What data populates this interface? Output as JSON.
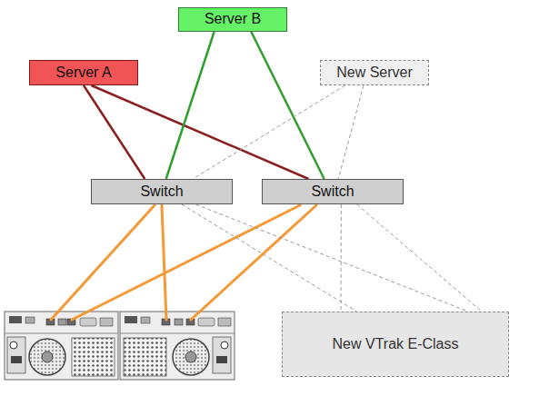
{
  "diagram": {
    "nodes": [
      {
        "text": [
          "Server B"
        ]
      },
      {
        "text": [
          "Server A"
        ]
      },
      {
        "text": [
          "New Server"
        ]
      },
      {
        "text": [
          "Switch"
        ]
      },
      {
        "text": [
          "Switch"
        ]
      },
      {
        "text": [
          "New VTrak E-Class"
        ]
      }
    ],
    "edges": [
      {
        "from": 1,
        "to": 3,
        "arrow": "none"
      },
      {
        "from": 1,
        "to": 4,
        "arrow": "none"
      },
      {
        "from": 0,
        "to": 3,
        "arrow": "none"
      },
      {
        "from": 0,
        "to": 4,
        "arrow": "none"
      },
      {
        "from": 2,
        "to": 3,
        "arrow": "none"
      },
      {
        "from": 2,
        "to": 4,
        "arrow": "none"
      },
      {
        "from": 3,
        "to": 5,
        "arrow": "none"
      },
      {
        "from": 3,
        "to": 5,
        "arrow": "none"
      },
      {
        "from": 4,
        "to": 5,
        "arrow": "none"
      },
      {
        "from": 4,
        "to": 5,
        "arrow": "none"
      }
    ]
  }
}
